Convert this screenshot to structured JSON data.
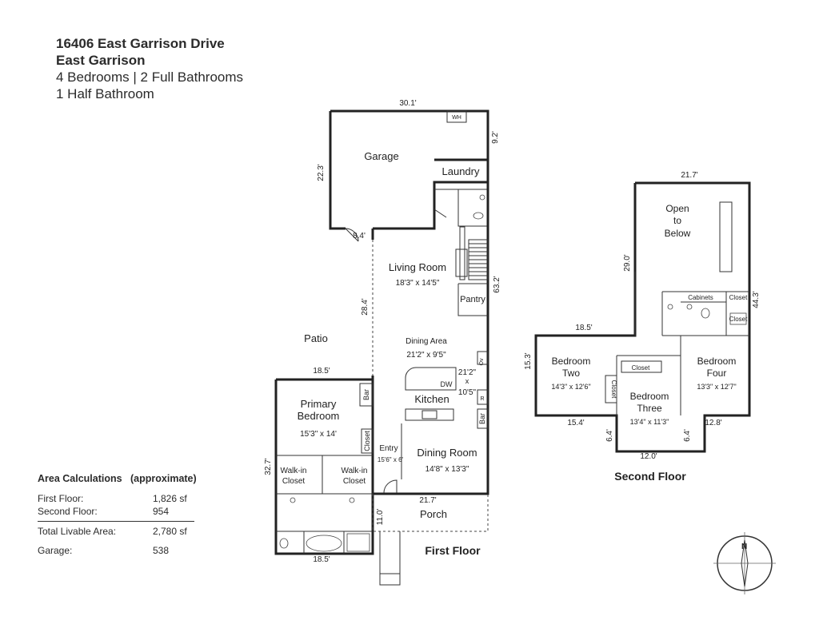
{
  "header": {
    "address": "16406 East Garrison Drive",
    "community": "East Garrison",
    "beds_baths": "4 Bedrooms | 2 Full Bathrooms",
    "half_bath": "1 Half Bathroom"
  },
  "area_calc": {
    "title": "Area Calculations",
    "qualifier": "(approximate)",
    "first_floor_label": "First Floor:",
    "first_floor_value": "1,826 sf",
    "second_floor_label": "Second Floor:",
    "second_floor_value": "954",
    "total_label": "Total Livable Area:",
    "total_value": "2,780 sf",
    "garage_label": "Garage:",
    "garage_value": "538"
  },
  "first_floor": {
    "title": "First Floor",
    "garage": "Garage",
    "laundry": "Laundry",
    "wh": "WH",
    "living_room": "Living Room",
    "living_dim": "18'3\" x 14'5\"",
    "pantry": "Pantry",
    "patio": "Patio",
    "dining_area": "Dining Area",
    "dining_area_dim": "21'2\" x 9'5\"",
    "kitchen": "Kitchen",
    "kitchen_dim_a": "21'2\"",
    "kitchen_dim_x": "x",
    "kitchen_dim_b": "10'5\"",
    "dw": "DW",
    "ov": "Ov",
    "r": "R",
    "bar_left": "Bar",
    "bar_right": "Bar",
    "primary_bedroom_1": "Primary",
    "primary_bedroom_2": "Bedroom",
    "primary_dim": "15'3\" x 14'",
    "closet": "Closet",
    "walkin_1a": "Walk-in",
    "walkin_1b": "Closet",
    "walkin_2a": "Walk-in",
    "walkin_2b": "Closet",
    "entry": "Entry",
    "entry_dim": "15'6\" x 6'",
    "dining_room": "Dining Room",
    "dining_room_dim": "14'8\" x 13'3\"",
    "porch": "Porch",
    "m_30_1": "30.1'",
    "m_9_2": "9.2'",
    "m_22_3": "22.3'",
    "m_8_4": "8.4'",
    "m_63_2": "63.2'",
    "m_28_4": "28.4'",
    "m_18_5_top": "18.5'",
    "m_32_7": "32.7'",
    "m_21_7": "21.7'",
    "m_11_0": "11.0'",
    "m_18_5_bottom": "18.5'"
  },
  "second_floor": {
    "title": "Second Floor",
    "open_1": "Open",
    "open_2": "to",
    "open_3": "Below",
    "cabinets": "Cabinets",
    "closet_a": "Closet",
    "closet_b": "Closet",
    "closet_c": "Closet",
    "closet_d": "Closet",
    "bed_two_1": "Bedroom",
    "bed_two_2": "Two",
    "bed_two_dim": "14'3\" x 12'6\"",
    "bed_three_1": "Bedroom",
    "bed_three_2": "Three",
    "bed_three_dim": "13'4\" x 11'3\"",
    "bed_four_1": "Bedroom",
    "bed_four_2": "Four",
    "bed_four_dim": "13'3\" x 12'7\"",
    "m_21_7": "21.7'",
    "m_29_0": "29.0'",
    "m_44_3": "44.3'",
    "m_18_5": "18.5'",
    "m_15_3": "15.3'",
    "m_15_4": "15.4'",
    "m_12_8": "12.8'",
    "m_6_4_left": "6.4'",
    "m_6_4_right": "6.4'",
    "m_12_0": "12.0'"
  },
  "compass": {
    "north": "N"
  }
}
